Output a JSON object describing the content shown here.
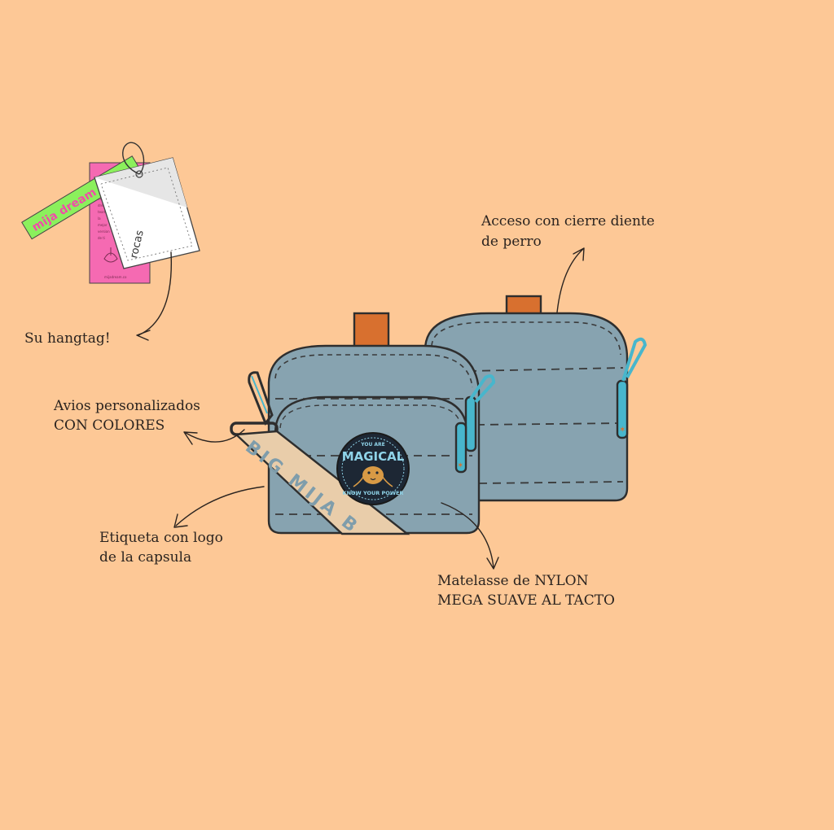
{
  "colors": {
    "background": "#FDC896",
    "bag_body": "#87A3B0",
    "bag_rim": "#6B8794",
    "zipper_accent": "#48B6CC",
    "pull_tab": "#D8702F",
    "strap": "#E9CDAA",
    "hangtag_pink": "#F56AB2",
    "hangtag_green": "#8BF05C"
  },
  "labels": {
    "hangtag": "Su hangtag!",
    "avios_line1": "Avios personalizados",
    "avios_line2": "CON COLORES",
    "etiqueta_line1": "Etiqueta con logo",
    "etiqueta_line2": "de la capsula",
    "acceso_line1": "Acceso con cierre diente",
    "acceso_line2": "de perro",
    "matelasse_line1": "Matelasse de NYLON",
    "matelasse_line2": "MEGA SUAVE AL TACTO"
  },
  "hangtag": {
    "green_tag_text": "mija dream t",
    "card_text": "rocas",
    "pink_tag_lines": [
      "mija",
      "dream",
      "team",
      "la",
      "mejor",
      "version",
      "de ti"
    ],
    "pink_footer": "mijadream.co"
  },
  "strap_text": "BIG MIJA B",
  "badge": {
    "top_text": "YOU ARE",
    "main_text": "MAGICAL",
    "bottom_text": "KNOW YOUR POWER",
    "icon": "leopard-face-icon"
  }
}
